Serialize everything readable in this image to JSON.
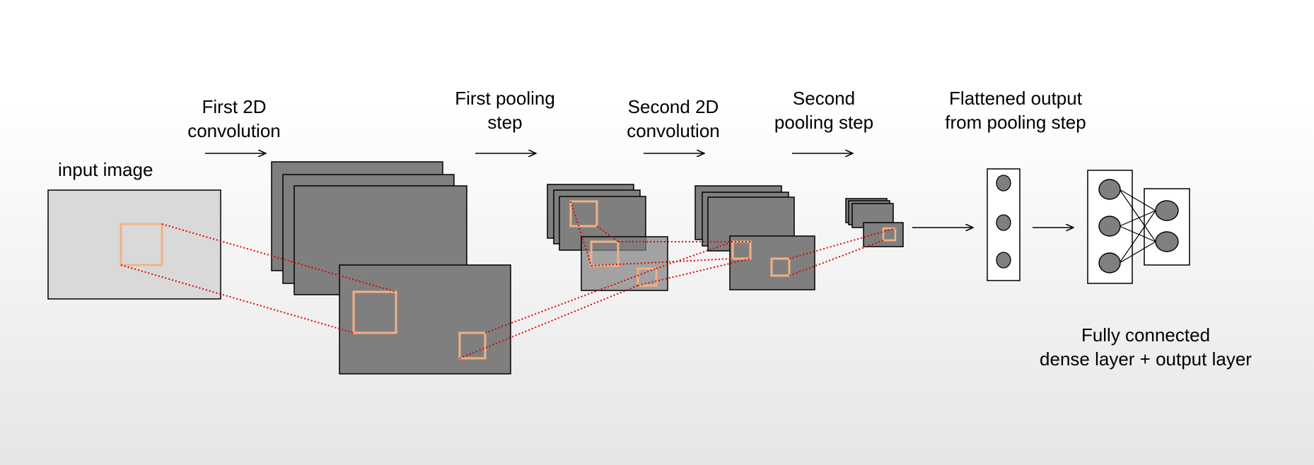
{
  "diagram": {
    "labels": {
      "input_image": "input image",
      "first_conv_1": "First 2D",
      "first_conv_2": "convolution",
      "first_pool_1": "First pooling",
      "first_pool_2": "step",
      "second_conv_1": "Second 2D",
      "second_conv_2": "convolution",
      "second_pool_1": "Second",
      "second_pool_2": "pooling step",
      "flatten_1": "Flattened output",
      "flatten_2": "from pooling step",
      "dense_1": "Fully connected",
      "dense_2": "dense layer + output layer"
    },
    "colors": {
      "input_fill": "#d9d9d9",
      "feature_map_fill": "#7f7f7f",
      "pooled_overlay_fill": "#a6a6a6",
      "kernel_window": "#f4b183",
      "receptive_field_line": "#e00000",
      "node_fill": "#7f7f7f",
      "stroke": "#000000",
      "background_top": "#ffffff",
      "background_bottom": "#e6e6e6"
    }
  }
}
